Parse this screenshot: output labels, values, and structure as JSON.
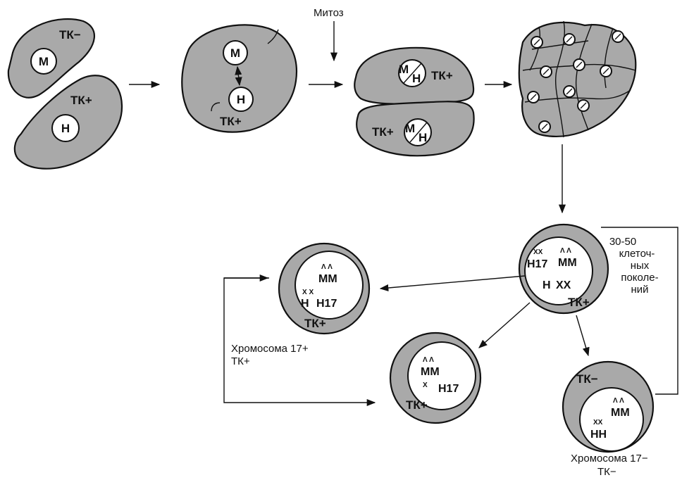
{
  "labels": {
    "mitosis": "Митоз",
    "tk_plus": "ТК+",
    "tk_minus": "ТК−",
    "m": "М",
    "h": "Н",
    "h17": "Н17",
    "mm": "ММ",
    "hh": "НН",
    "generations": [
      "30-50",
      "клеточ-",
      "ных",
      "поколе-",
      "ний"
    ],
    "chromosome17_plus": "Хромосома 17+",
    "chromosome17_minus": "Хромосома 17−",
    "tk_plus_caption": "ТК+",
    "tk_minus_caption": "ТК−"
  },
  "colors": {
    "cytoplasm": "#a9a9a9",
    "nucleus": "#ffffff",
    "ink": "#111111"
  }
}
